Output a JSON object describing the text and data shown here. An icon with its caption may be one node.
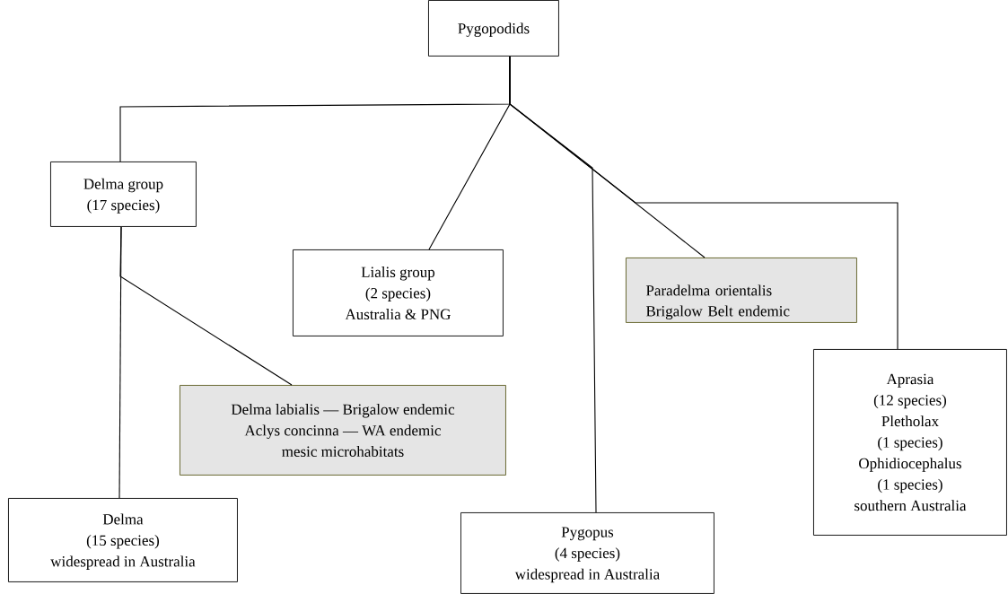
{
  "diagram": {
    "nodes": [
      {
        "text": [
          "Pygopodids"
        ]
      },
      {
        "text": [
          "Delma group",
          "(17 species)"
        ]
      },
      {
        "text": [
          "Lialis group",
          "(2 species)",
          "Australia & PNG"
        ]
      },
      {
        "text": [
          "Paradelma orientalis",
          "Brigalow Belt endemic"
        ]
      },
      {
        "text": [
          "Aprasia",
          "(12 species)",
          "Pletholax",
          "(1 species)",
          "Ophidiocephalus",
          "(1 species)",
          "southern Australia"
        ]
      },
      {
        "text": [
          "Delma labialis — Brigalow endemic",
          "Aclys concinna — WA endemic",
          "mesic microhabitats"
        ]
      },
      {
        "text": [
          "Delma",
          "(15 species)",
          "widespread in Australia"
        ]
      },
      {
        "text": [
          "Pygopus",
          "(4 species)",
          "widespread in Australia"
        ]
      }
    ],
    "edges": [
      {
        "from": 0,
        "to": 1,
        "arrow": "none"
      },
      {
        "from": 0,
        "to": 2,
        "arrow": "none"
      },
      {
        "from": 0,
        "to": 3,
        "arrow": "none"
      },
      {
        "from": 0,
        "to": 7,
        "arrow": "none"
      },
      {
        "from": 0,
        "to": 4,
        "arrow": "none"
      },
      {
        "from": 1,
        "to": 6,
        "arrow": "none"
      },
      {
        "from": 1,
        "to": 5,
        "arrow": "none"
      }
    ]
  }
}
